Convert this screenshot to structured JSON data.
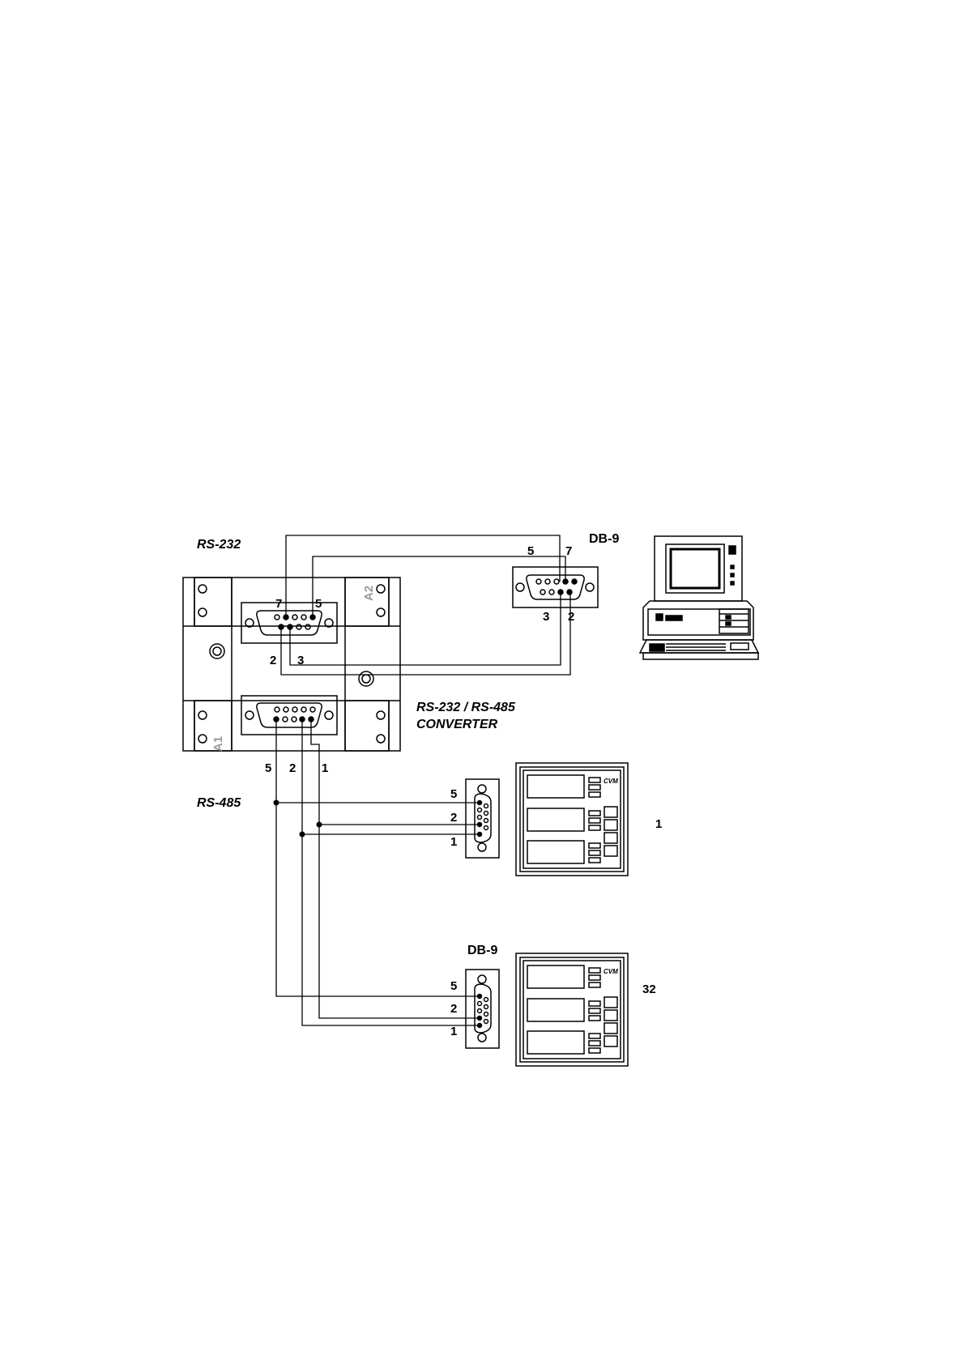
{
  "labels": {
    "rs232": "RS-232",
    "rs485": "RS-485",
    "converter_line1": "RS-232 / RS-485",
    "converter_line2": "CONVERTER",
    "db9_top": "DB-9",
    "db9_bottom": "DB-9",
    "a1": "A1",
    "a2": "A2",
    "meter_brand": "CVM"
  },
  "pins": {
    "conv_top_7": "7",
    "conv_top_5": "5",
    "conv_top_2": "2",
    "conv_top_3": "3",
    "pc_5": "5",
    "pc_7": "7",
    "pc_3": "3",
    "pc_2": "2",
    "conv_bot_5": "5",
    "conv_bot_2": "2",
    "conv_bot_1": "1",
    "dev1_5": "5",
    "dev1_2": "2",
    "dev1_1": "1",
    "dev32_5": "5",
    "dev32_2": "2",
    "dev32_1": "1"
  },
  "devices": {
    "first_number": "1",
    "last_number": "32"
  }
}
